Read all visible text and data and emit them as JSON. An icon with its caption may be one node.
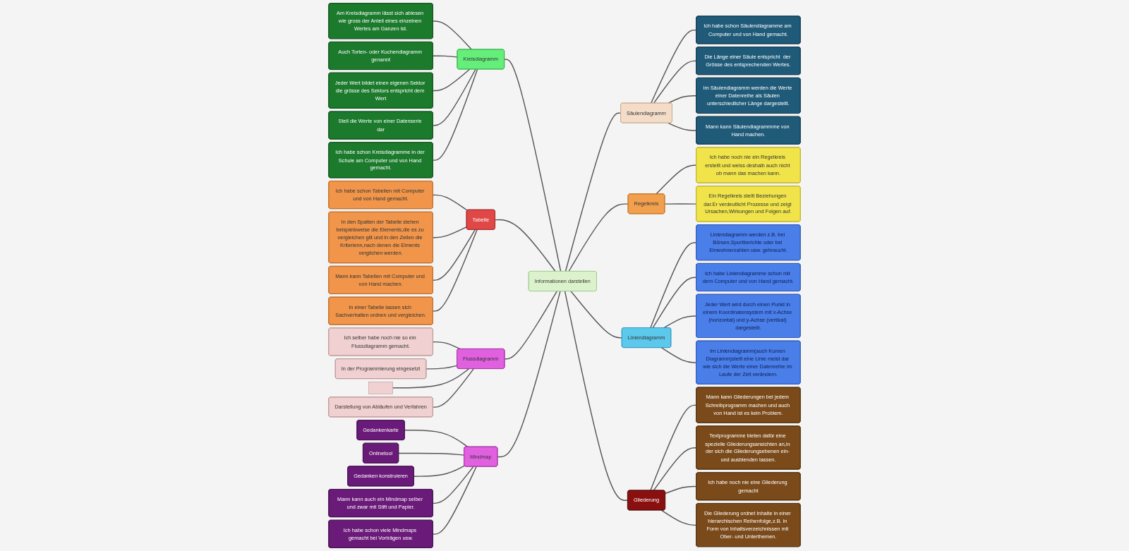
{
  "diagram": {
    "nodes": [
      {
        "text": [
          "Informationen darstellen"
        ]
      },
      {
        "text": [
          "Säulendiagramm"
        ]
      },
      {
        "text": [
          "Ich habe schon Säulendiagramme am Computer und von Hand gemacht."
        ]
      },
      {
        "text": [
          "Die Länge einer Säule entspricht  der Grösse des entsprechenden Wertes."
        ]
      },
      {
        "text": [
          "Im Säulendiagramm werden die Werte einer Datenreihe als Säulen unterschiedlicher Länge dargestellt."
        ]
      },
      {
        "text": [
          "Mann kann Säulendiagrammme von Hand machen."
        ]
      },
      {
        "text": [
          "Regelkreis"
        ]
      },
      {
        "text": [
          "Ich habe noch nie ein Regelkreis erstellt und weiss deshalb auch nicht ob mann das machen kann."
        ]
      },
      {
        "text": [
          "Ein Regelkreis stellt Beziehungen dar.Er verdeutlicht Prozesse und zeigt Ursachen,Wirkungen und Folgen auf."
        ]
      },
      {
        "text": [
          "Kreisdiagramm"
        ]
      },
      {
        "text": [
          "Am Kreisdiagramm lässt sich ablesen wie gross der Anteil eines einzelnen Wertes am Ganzen ist."
        ]
      },
      {
        "text": [
          "Auch Torten- oder Kuchendiagramm genannt"
        ]
      },
      {
        "text": [
          "Jeder Wert bildet einen eigenen Sektor die grösse des Sektors entspricht dem Wert"
        ]
      },
      {
        "text": [
          "Stell die Werte von einer Datenserie dar"
        ]
      },
      {
        "text": [
          "Ich habe schon Kreisdiagramme in der Schule am Computer und von Hand gemacht."
        ]
      },
      {
        "text": [
          "Tabelle"
        ]
      },
      {
        "text": [
          "Ich habe schon Tabellen mit Computer und von Hand gemacht."
        ]
      },
      {
        "text": [
          "In den Spalten der Tabelle stehen beispielsweise die Elements,die es zu vergleichen gilt und in den Zeilen die Kriterienn,nach denen die Elments verglichen werden."
        ]
      },
      {
        "text": [
          "Mann kann Tabellen mit Computer und von Hand machen."
        ]
      },
      {
        "text": [
          "In einer Tabelle lassen sich Sachverhalten ordnen und vergleichen."
        ]
      },
      {
        "text": [
          "Liniendiagramm"
        ]
      },
      {
        "text": [
          "Liniendiagramm werden z.B. bei Börsen,Sportberichte oder bei Einwohnerzahlen usw. gebraucht."
        ]
      },
      {
        "text": [
          "Ich habe Liniendiagramme schon mit dem Computer und von Hand gemacht."
        ]
      },
      {
        "text": [
          "Jeder Wert wird durch einen Punkt in einem Koordinatensystem mit x-Achse (horizontal) und y-Achse (vertikal) dargestellt."
        ]
      },
      {
        "text": [
          "Im Liniendiagramm(auch Kurven Diagramm)stellt eine Linie meist dar wie sich die Werte einer Datenreihe im Laufe der Zeit verändern."
        ]
      },
      {
        "text": [
          "Flussdiagramm"
        ]
      },
      {
        "text": [
          "Ich selber habe noch nie so ein Flussdiagramm gemacht."
        ]
      },
      {
        "text": [
          "In der Programmierung eingesetzt"
        ]
      },
      {
        "text": [],
        "shape": "box"
      },
      {
        "text": [
          "Darstellung von Abläufen und Verfahren"
        ]
      },
      {
        "text": [
          "Mindmap"
        ]
      },
      {
        "text": [
          "Gedankenkarte"
        ]
      },
      {
        "text": [
          "Onlinetool"
        ]
      },
      {
        "text": [
          "Gedanken konstruieren"
        ]
      },
      {
        "text": [
          "Mann kann auch ein Mindmap selber und zwar mit Stift und Papier."
        ]
      },
      {
        "text": [
          "Ich habe schon viele Mindmaps gemacht bei Vorträgen usw."
        ]
      },
      {
        "text": [
          "Gliederung"
        ]
      },
      {
        "text": [
          "Mann kann Gliederungen bei jedem Schreibprogramm machen und auch von Hand ist es kein Problem."
        ]
      },
      {
        "text": [
          "Textprogramme bieten dafür eine spezielle Gliederungsansichten an,in der sich die Gliederungsebenen ein- und ausblenden lassen."
        ]
      },
      {
        "text": [
          "Ich habe noch nie eine Gliederung gemacht"
        ]
      },
      {
        "text": [
          "Die Gliederung ordnet Inhalte in einer hierarchischen Reihenfolge,z.B. in Form von Inhaltsverzeichnissen mit Ober- und Unterthemen."
        ]
      }
    ],
    "edges": [
      {
        "from": 0,
        "to": 1,
        "arrow": "none"
      },
      {
        "from": 0,
        "to": 6,
        "arrow": "none"
      },
      {
        "from": 0,
        "to": 9,
        "arrow": "none"
      },
      {
        "from": 0,
        "to": 15,
        "arrow": "none"
      },
      {
        "from": 0,
        "to": 20,
        "arrow": "none"
      },
      {
        "from": 0,
        "to": 25,
        "arrow": "none"
      },
      {
        "from": 0,
        "to": 30,
        "arrow": "none"
      },
      {
        "from": 0,
        "to": 36,
        "arrow": "none"
      },
      {
        "from": 1,
        "to": 2,
        "arrow": "none"
      },
      {
        "from": 1,
        "to": 3,
        "arrow": "none"
      },
      {
        "from": 1,
        "to": 4,
        "arrow": "none"
      },
      {
        "from": 1,
        "to": 5,
        "arrow": "none"
      },
      {
        "from": 6,
        "to": 7,
        "arrow": "none"
      },
      {
        "from": 6,
        "to": 8,
        "arrow": "none"
      },
      {
        "from": 9,
        "to": 10,
        "arrow": "none"
      },
      {
        "from": 9,
        "to": 11,
        "arrow": "none"
      },
      {
        "from": 9,
        "to": 12,
        "arrow": "none"
      },
      {
        "from": 9,
        "to": 13,
        "arrow": "none"
      },
      {
        "from": 9,
        "to": 14,
        "arrow": "none"
      },
      {
        "from": 15,
        "to": 16,
        "arrow": "none"
      },
      {
        "from": 15,
        "to": 17,
        "arrow": "none"
      },
      {
        "from": 15,
        "to": 18,
        "arrow": "none"
      },
      {
        "from": 15,
        "to": 19,
        "arrow": "none"
      },
      {
        "from": 20,
        "to": 21,
        "arrow": "none"
      },
      {
        "from": 20,
        "to": 22,
        "arrow": "none"
      },
      {
        "from": 20,
        "to": 23,
        "arrow": "none"
      },
      {
        "from": 20,
        "to": 24,
        "arrow": "none"
      },
      {
        "from": 25,
        "to": 26,
        "arrow": "none"
      },
      {
        "from": 25,
        "to": 27,
        "arrow": "none"
      },
      {
        "from": 25,
        "to": 28,
        "arrow": "none"
      },
      {
        "from": 25,
        "to": 29,
        "arrow": "none"
      },
      {
        "from": 30,
        "to": 31,
        "arrow": "none"
      },
      {
        "from": 30,
        "to": 32,
        "arrow": "none"
      },
      {
        "from": 30,
        "to": 33,
        "arrow": "none"
      },
      {
        "from": 30,
        "to": 34,
        "arrow": "none"
      },
      {
        "from": 30,
        "to": 35,
        "arrow": "none"
      },
      {
        "from": 36,
        "to": 37,
        "arrow": "none"
      },
      {
        "from": 36,
        "to": 38,
        "arrow": "none"
      },
      {
        "from": 36,
        "to": 39,
        "arrow": "none"
      },
      {
        "from": 36,
        "to": 40,
        "arrow": "none"
      }
    ]
  }
}
